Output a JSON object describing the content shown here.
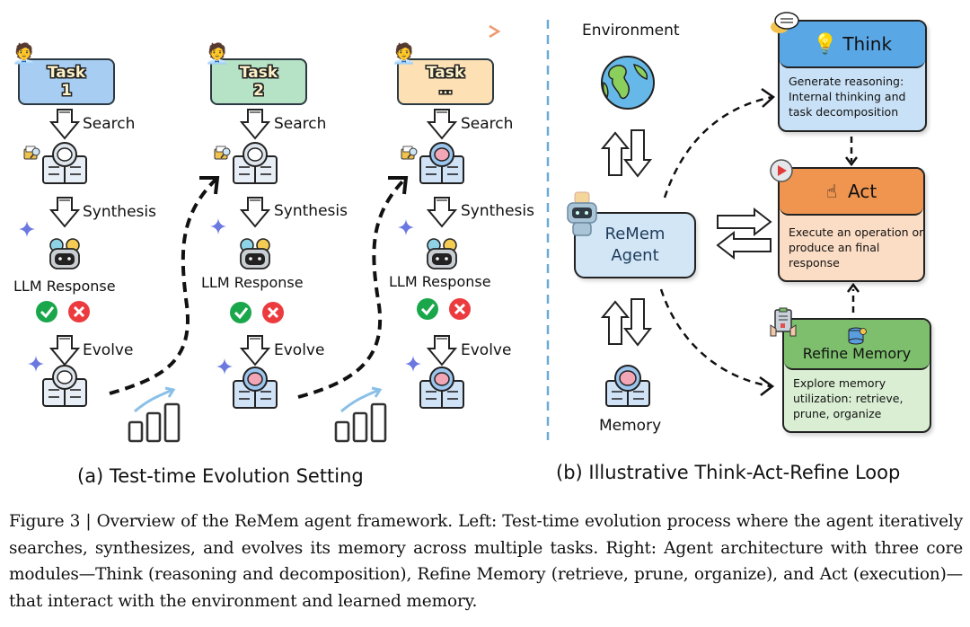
{
  "panel_a": {
    "timeline_colors": {
      "start": "#a9d4ee",
      "end": "#ee9a72"
    },
    "tasks": [
      {
        "title": "Task",
        "number": "1",
        "fill": "#a8cdf3"
      },
      {
        "title": "Task",
        "number": "2",
        "fill": "#b6e2c5"
      },
      {
        "title": "Task",
        "number": "...",
        "fill": "#fde0b4"
      }
    ],
    "steps": {
      "search": "Search",
      "synthesis": "Synthesis",
      "llm_response": "LLM Response",
      "evolve": "Evolve"
    },
    "response_outcomes": [
      {
        "icon": "check-icon",
        "color": "#1aa64a"
      },
      {
        "icon": "cross-icon",
        "color": "#ec3b3f"
      }
    ],
    "caption": "(a) Test-time Evolution Setting"
  },
  "panel_b": {
    "environment_label": "Environment",
    "memory_label": "Memory",
    "agent": {
      "line1": "ReMem",
      "line2": "Agent"
    },
    "modules": {
      "think": {
        "title": "Think",
        "head_color": "#5aa7e6",
        "body_color": "#c9e1f6",
        "lines": [
          "Generate reasoning:",
          "Internal thinking and",
          "task decomposition"
        ]
      },
      "act": {
        "title": "Act",
        "head_color": "#ef9550",
        "body_color": "#fbdcc4",
        "lines": [
          "Execute an operation or",
          "produce an final",
          "response"
        ]
      },
      "refine": {
        "title": "Refine Memory",
        "head_color": "#7dbf6c",
        "body_color": "#d9eed3",
        "lines": [
          "Explore memory",
          "utilization: retrieve,",
          "prune, organize"
        ]
      }
    },
    "divider_color": "#6aaad6",
    "caption": "(b) Illustrative Think-Act-Refine Loop"
  },
  "figure_caption": "Figure 3 | Overview of the ReMem agent framework. Left: Test-time evolution process where the agent iteratively searches, synthesizes, and evolves its memory across multiple tasks. Right: Agent architecture with three core modules—Think (reasoning and decomposition), Refine Memory (retrieve, prune, organize), and Act (execution)—that interact with the environment and learned memory."
}
